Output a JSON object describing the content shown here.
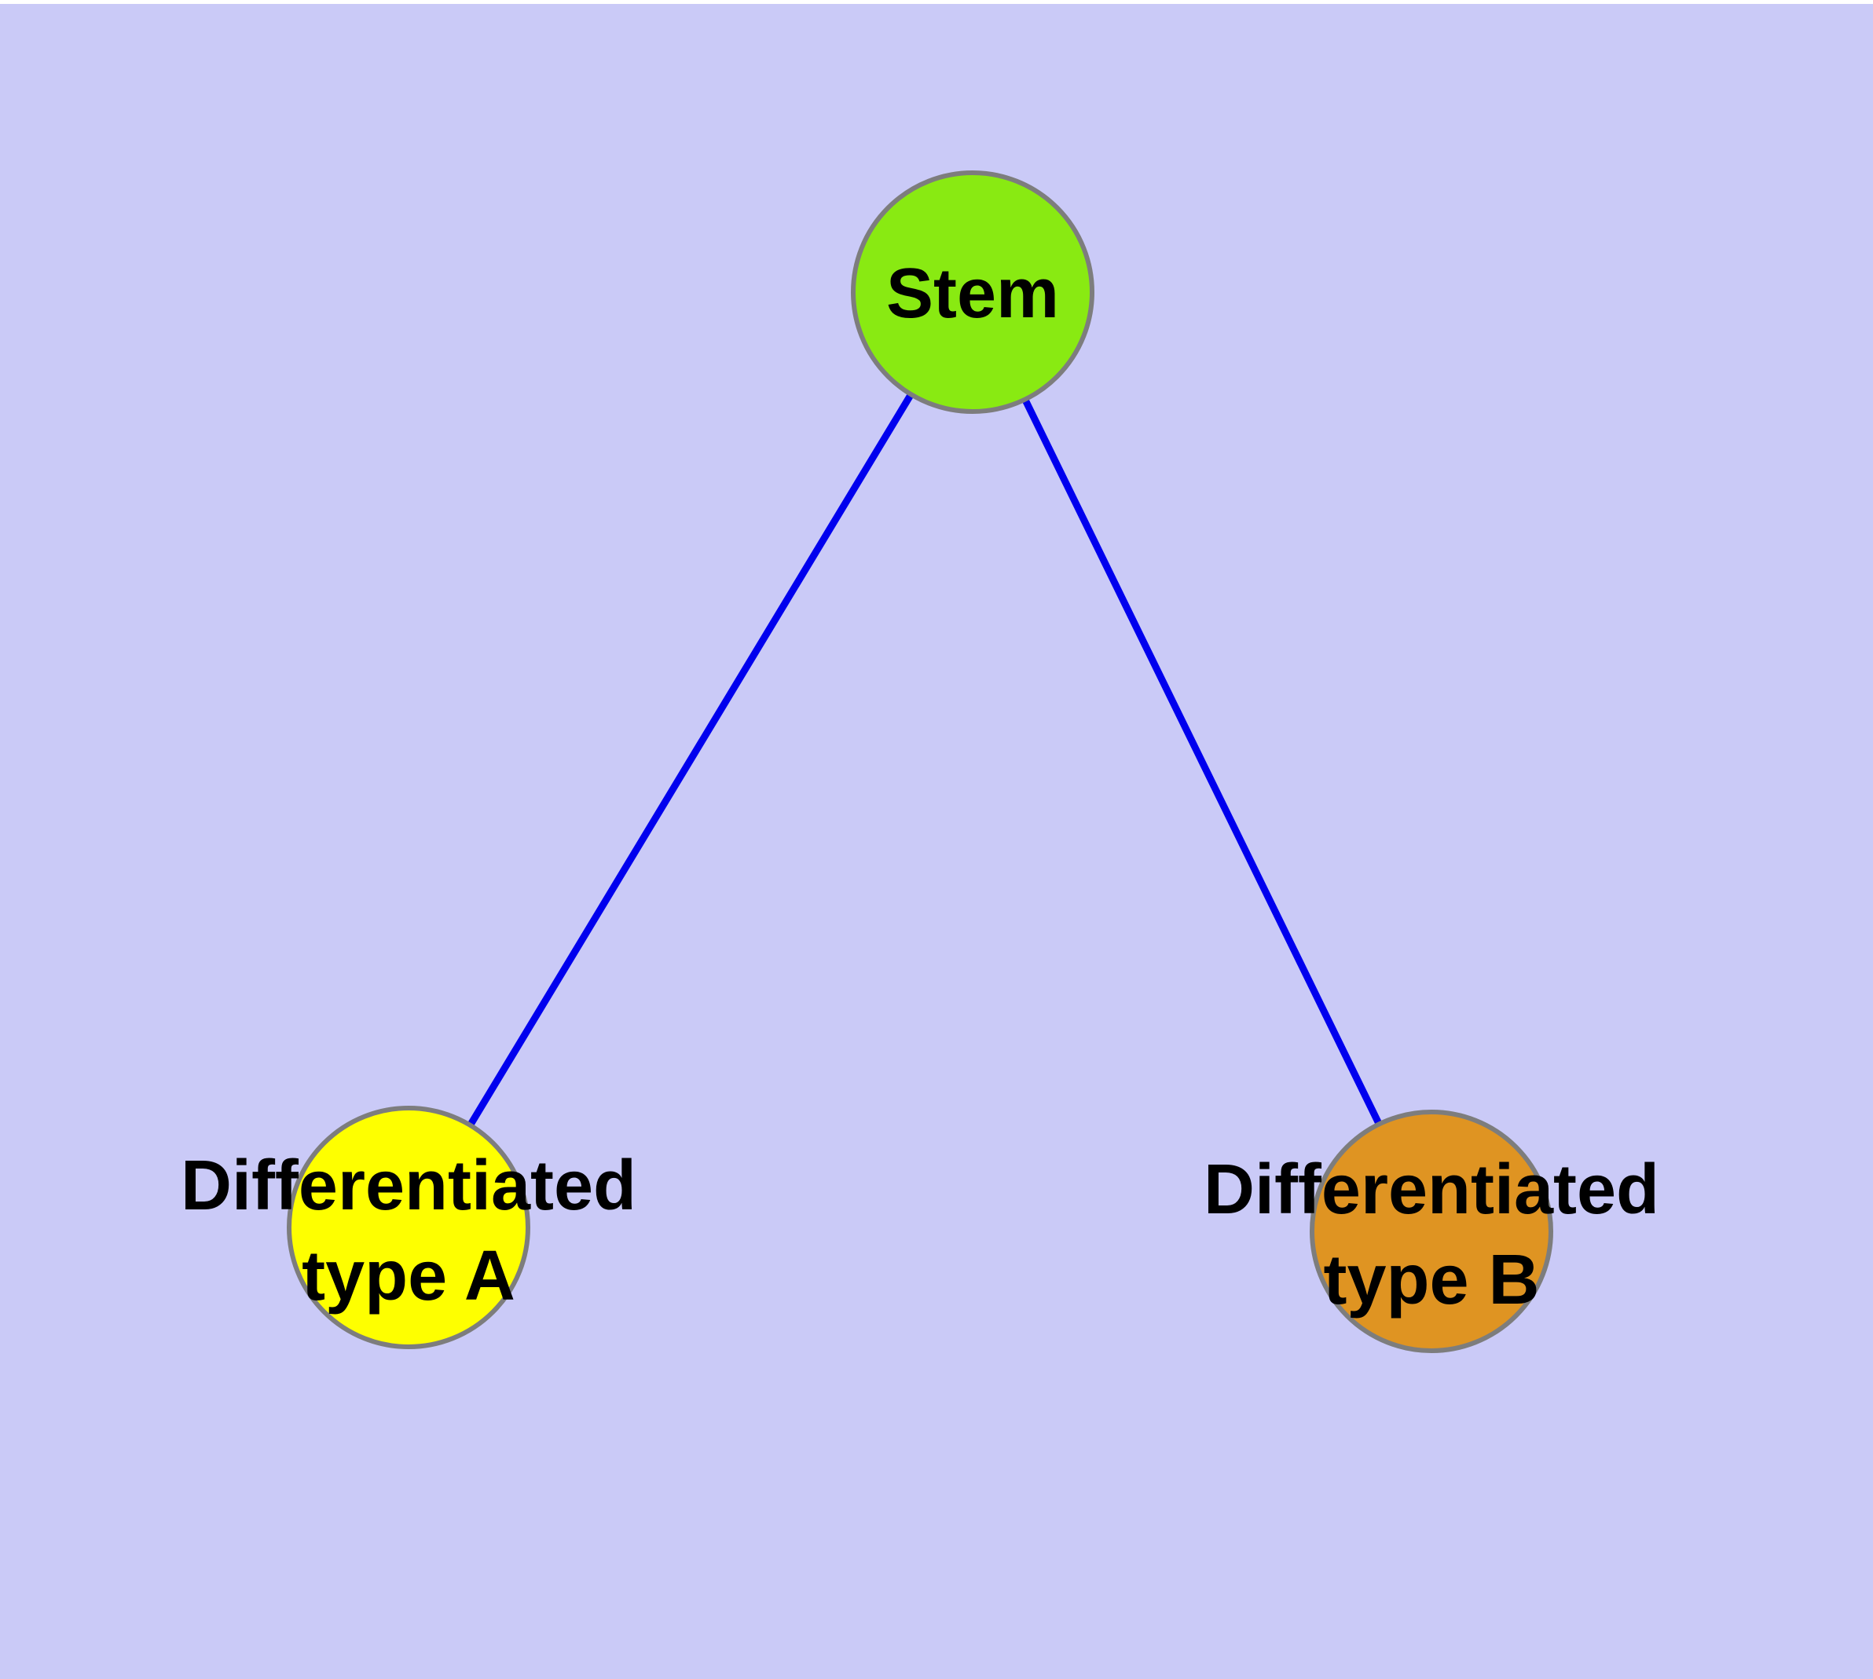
{
  "diagram": {
    "type": "graph",
    "description": "Stem cell differentiation diagram",
    "background_color": "#cacaf7",
    "top_margin_color": "#ffffff",
    "edge_color": "#0000ee",
    "node_border_color": "#7d7d7d",
    "label_color": "#000000",
    "nodes": [
      {
        "id": "stem",
        "label": "Stem",
        "fill": "#89ea12"
      },
      {
        "id": "differentiated-type-a",
        "label_line1": "Differentiated",
        "label_line2": "type A",
        "fill": "#feff00"
      },
      {
        "id": "differentiated-type-b",
        "label_line1": "Differentiated",
        "label_line2": "type B",
        "fill": "#df9422"
      }
    ],
    "edges": [
      {
        "from": "stem",
        "to": "differentiated-type-a"
      },
      {
        "from": "stem",
        "to": "differentiated-type-b"
      }
    ]
  }
}
